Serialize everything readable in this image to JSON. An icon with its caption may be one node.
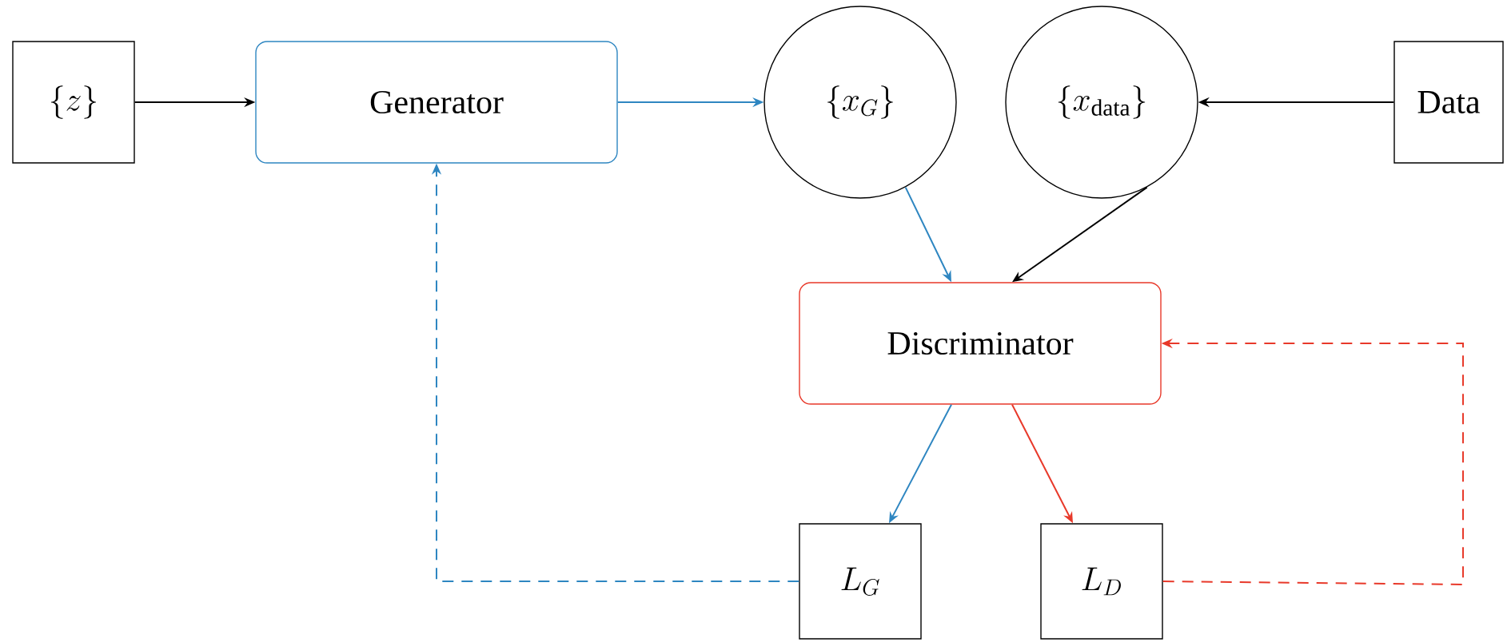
{
  "diagram": {
    "nodes": [
      {
        "text": [
          "\\{z\\}"
        ]
      },
      {
        "text": [
          "Generator"
        ]
      },
      {
        "text": [
          "\\{x_G\\}"
        ]
      },
      {
        "text": [
          "\\{x_{\\mathrm{data}}\\}"
        ]
      },
      {
        "text": [
          "Data"
        ]
      },
      {
        "text": [
          "Discriminator"
        ]
      },
      {
        "text": [
          "L_G"
        ]
      },
      {
        "text": [
          "L_D"
        ]
      }
    ],
    "edges": [
      {
        "from": 0,
        "to": 1,
        "arrow": "to",
        "color": "#000000"
      },
      {
        "from": 1,
        "to": 2,
        "arrow": "to",
        "color": "#2e86c1"
      },
      {
        "from": 4,
        "to": 3,
        "arrow": "to",
        "color": "#000000"
      },
      {
        "from": 2,
        "to": 5,
        "arrow": "to",
        "color": "#2e86c1"
      },
      {
        "from": 3,
        "to": 5,
        "arrow": "to",
        "color": "#000000"
      },
      {
        "from": 5,
        "to": 6,
        "arrow": "to",
        "color": "#2e86c1"
      },
      {
        "from": 5,
        "to": 7,
        "arrow": "to",
        "color": "#e8392a"
      },
      {
        "from": 6,
        "to": 1,
        "arrow": "to",
        "style": "dashed",
        "color": "#2e86c1"
      },
      {
        "from": 7,
        "to": 5,
        "arrow": "to",
        "style": "dashed",
        "color": "#e8392a"
      }
    ]
  }
}
